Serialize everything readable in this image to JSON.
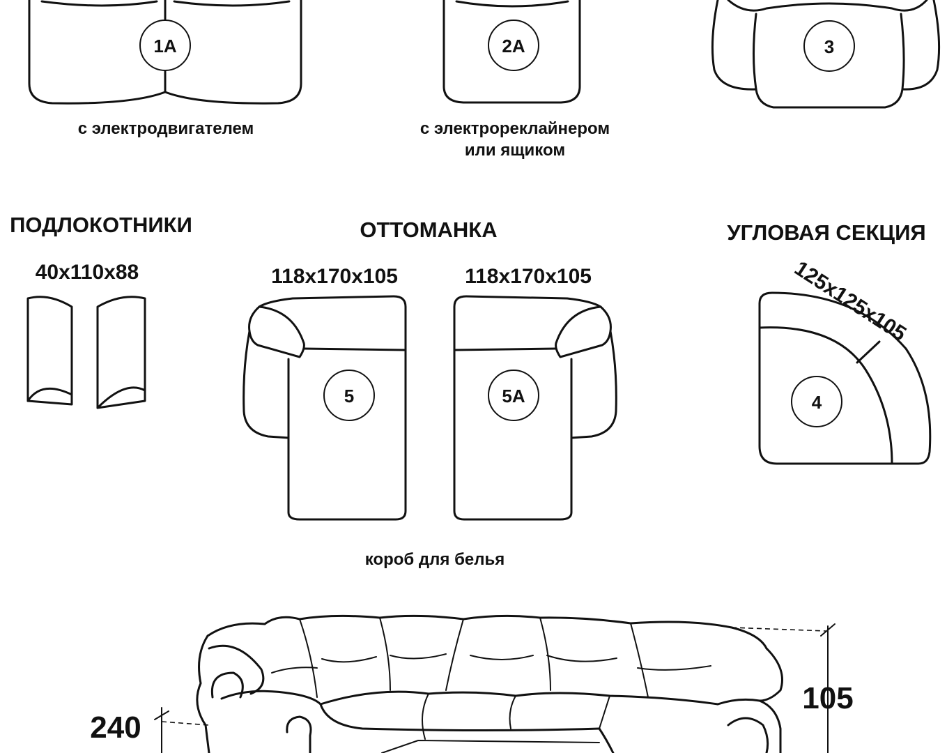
{
  "top_row": {
    "module_1a": {
      "badge": "1A",
      "caption": "с электродвигателем"
    },
    "module_2a": {
      "badge": "2A",
      "caption_line1": "с электрореклайнером",
      "caption_line2": "или ящиком"
    },
    "module_3": {
      "badge": "3"
    }
  },
  "armrests": {
    "heading": "ПОДЛОКОТНИКИ",
    "dimensions": "40x110x88"
  },
  "ottoman": {
    "heading": "ОТТОМАНКА",
    "left": {
      "dimensions": "118x170x105",
      "badge": "5"
    },
    "right": {
      "dimensions": "118x170x105",
      "badge": "5A"
    },
    "caption": "короб для белья"
  },
  "corner_section": {
    "heading": "УГЛОВАЯ СЕКЦИЯ",
    "dimensions": "125x125x105",
    "badge": "4"
  },
  "assembled_sofa": {
    "height_label": "105",
    "depth_label": "240"
  }
}
